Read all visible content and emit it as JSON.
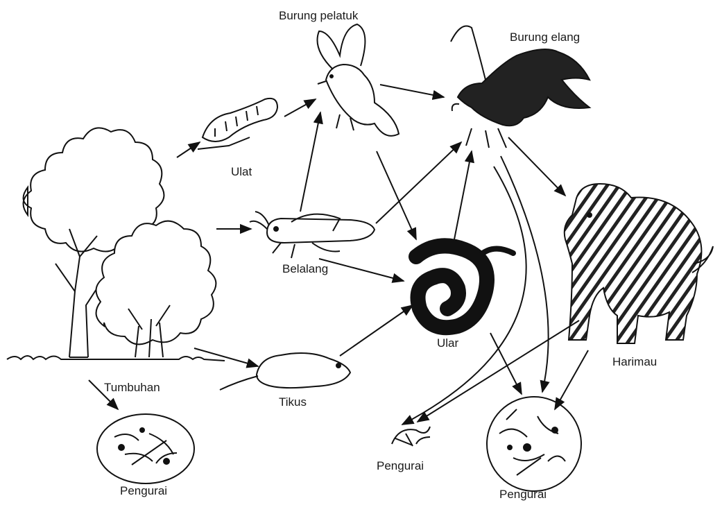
{
  "labels": {
    "tumbuhan": "Tumbuhan",
    "ulat": "Ulat",
    "belalang": "Belalang",
    "tikus": "Tikus",
    "burung_pelatuk": "Burung pelatuk",
    "burung_elang": "Burung elang",
    "ular": "Ular",
    "harimau": "Harimau",
    "pengurai_left": "Pengurai",
    "pengurai_middle": "Pengurai",
    "pengurai_right": "Pengurai"
  },
  "edges": [
    {
      "from": "tumbuhan",
      "to": "ulat"
    },
    {
      "from": "tumbuhan",
      "to": "belalang"
    },
    {
      "from": "tumbuhan",
      "to": "tikus"
    },
    {
      "from": "tumbuhan",
      "to": "pengurai"
    },
    {
      "from": "ulat",
      "to": "burung_pelatuk"
    },
    {
      "from": "belalang",
      "to": "burung_pelatuk"
    },
    {
      "from": "belalang",
      "to": "burung_elang"
    },
    {
      "from": "belalang",
      "to": "ular"
    },
    {
      "from": "burung_pelatuk",
      "to": "burung_elang"
    },
    {
      "from": "burung_pelatuk",
      "to": "ular"
    },
    {
      "from": "tikus",
      "to": "ular"
    },
    {
      "from": "ular",
      "to": "burung_elang"
    },
    {
      "from": "ular",
      "to": "pengurai"
    },
    {
      "from": "burung_elang",
      "to": "harimau"
    },
    {
      "from": "burung_elang",
      "to": "pengurai"
    },
    {
      "from": "harimau",
      "to": "pengurai"
    }
  ]
}
